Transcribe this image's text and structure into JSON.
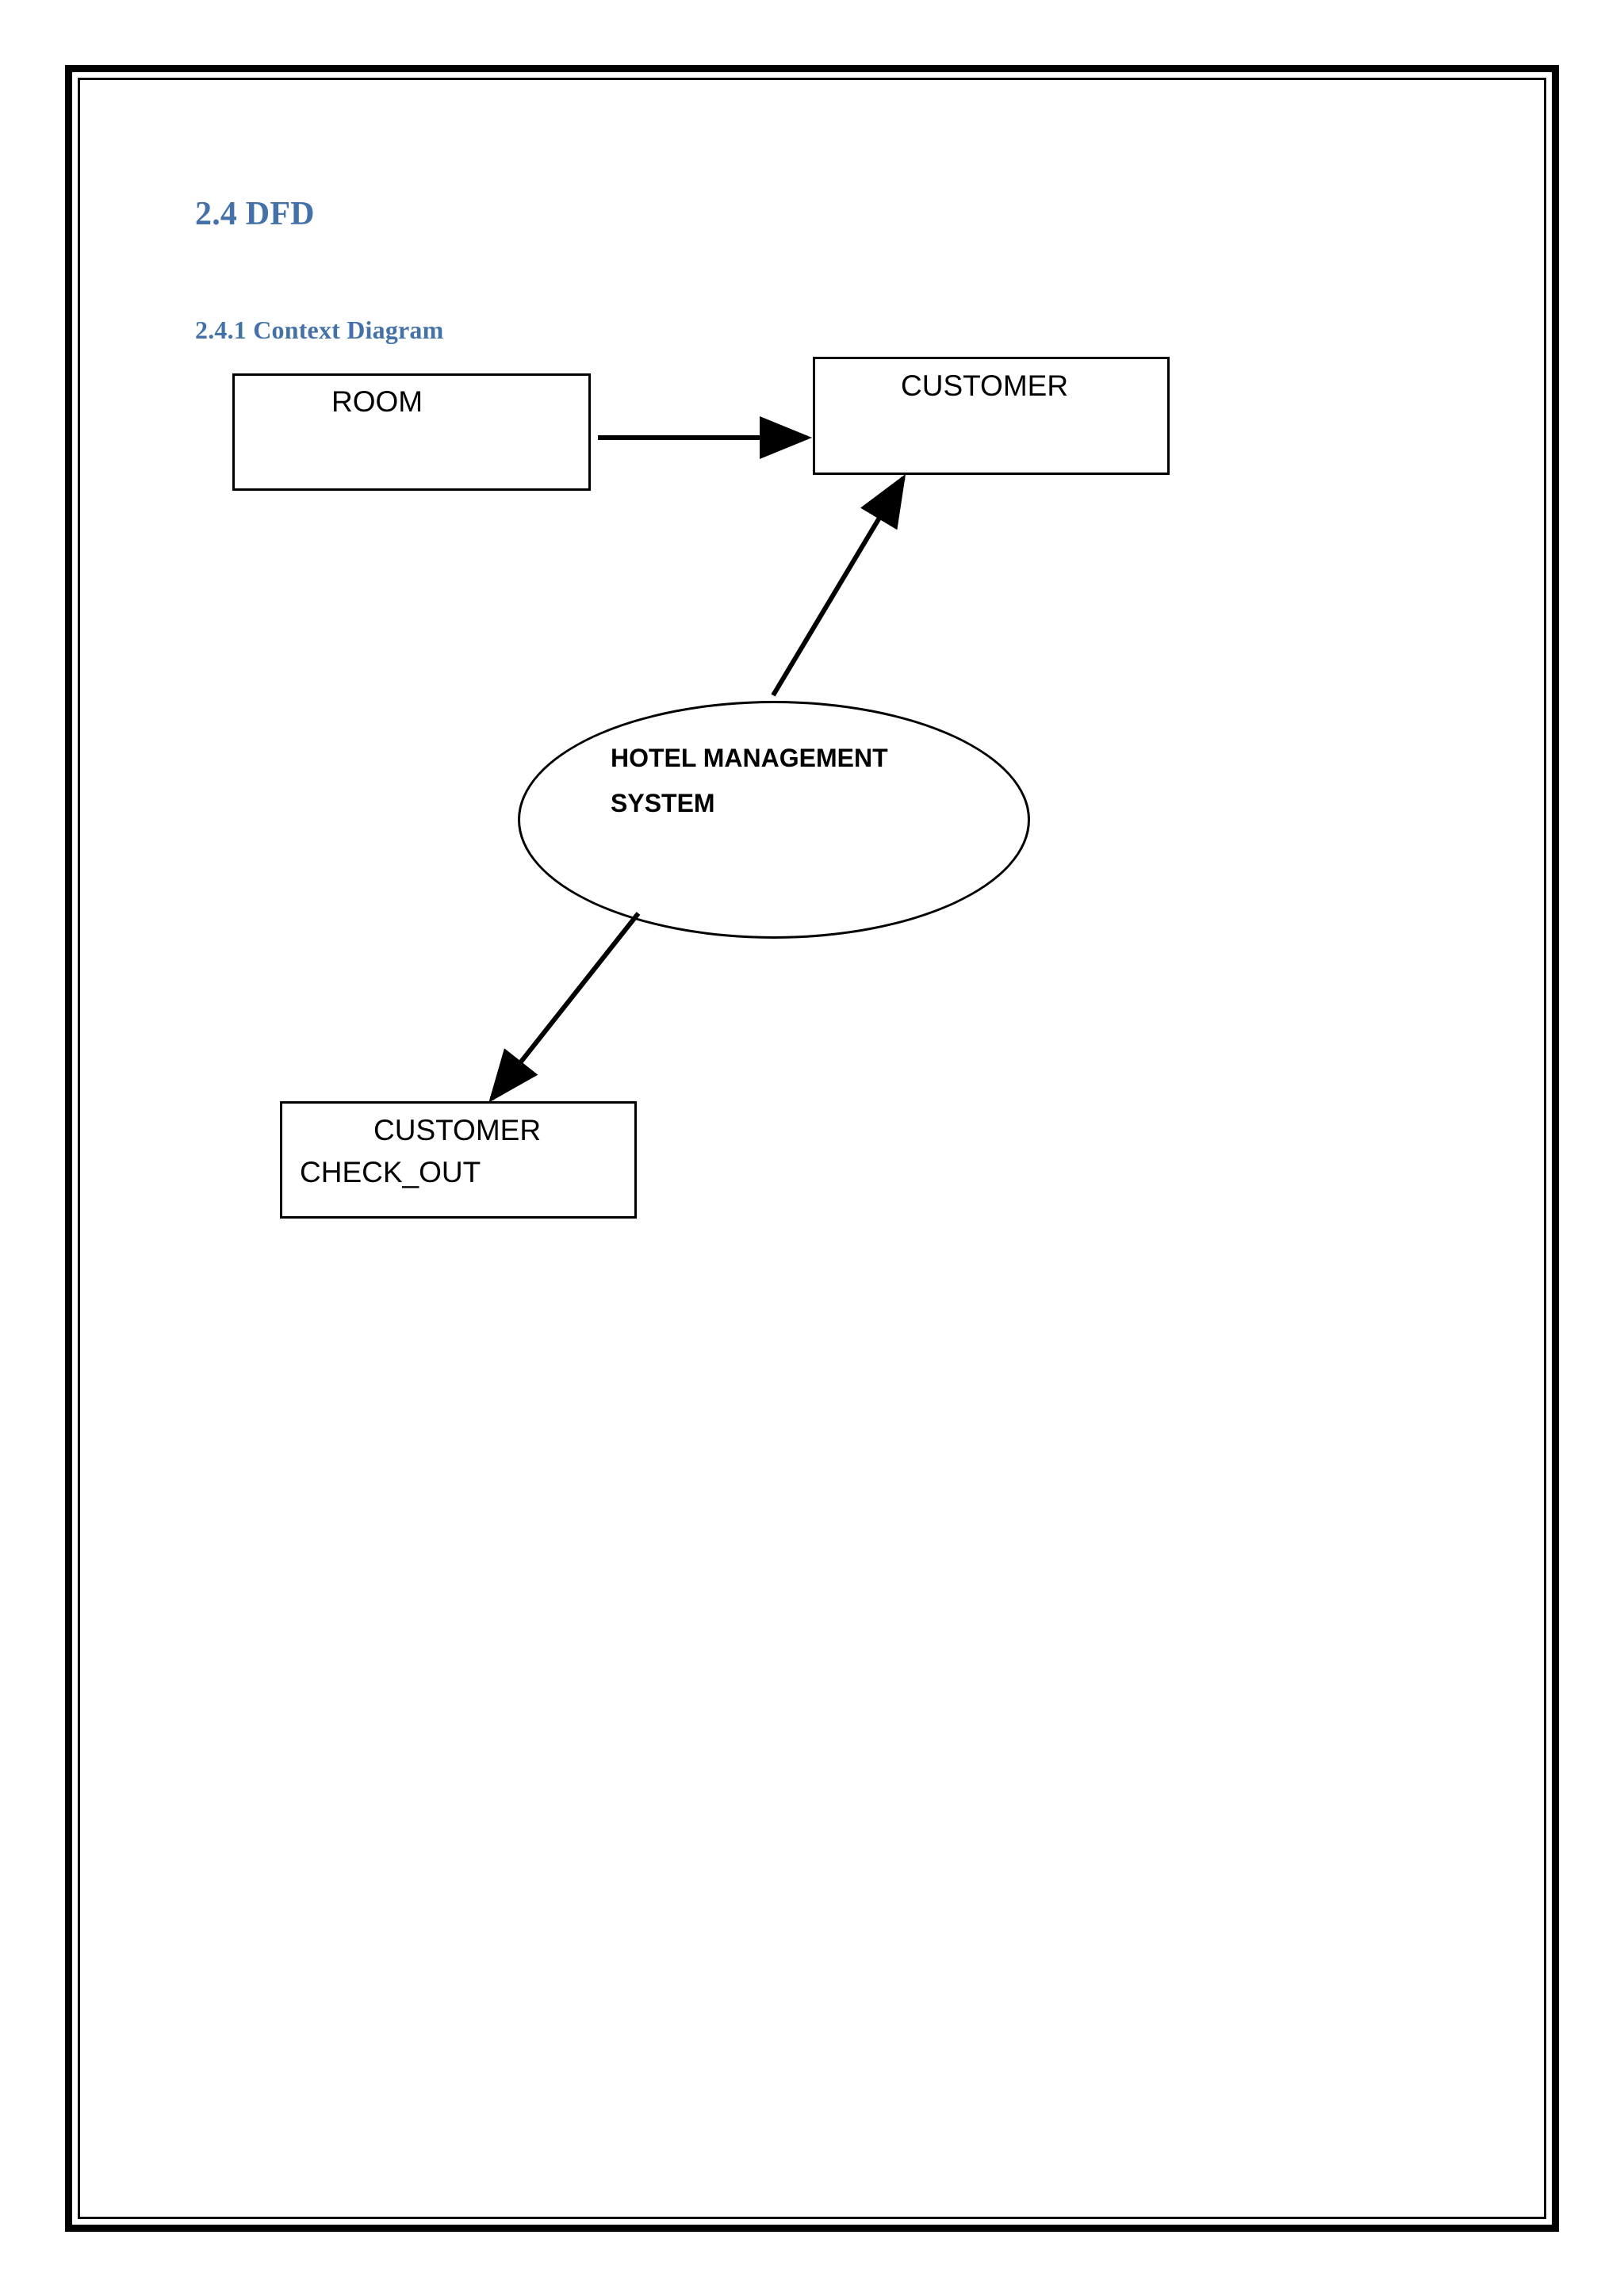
{
  "document": {
    "section_heading": "2.4 DFD",
    "subsection_heading": "2.4.1 Context Diagram",
    "heading_color": "#4472a8",
    "page_background": "#ffffff",
    "border_color": "#000000"
  },
  "diagram": {
    "type": "data-flow-context-diagram",
    "entities": [
      {
        "id": "room",
        "label": "ROOM",
        "shape": "rectangle"
      },
      {
        "id": "customer",
        "label": "CUSTOMER",
        "shape": "rectangle"
      },
      {
        "id": "customer_check_out",
        "label_line1": "CUSTOMER",
        "label_line2": "CHECK_OUT",
        "shape": "rectangle"
      }
    ],
    "process": {
      "id": "hotel_management_system",
      "label_line1": "HOTEL MANAGEMENT",
      "label_line2": "SYSTEM",
      "shape": "ellipse"
    },
    "flows": [
      {
        "from": "room",
        "to": "customer",
        "style": "straight-arrow"
      },
      {
        "from": "hotel_management_system",
        "to": "customer",
        "style": "straight-arrow"
      },
      {
        "from": "hotel_management_system",
        "to": "customer_check_out",
        "style": "straight-arrow"
      }
    ]
  }
}
